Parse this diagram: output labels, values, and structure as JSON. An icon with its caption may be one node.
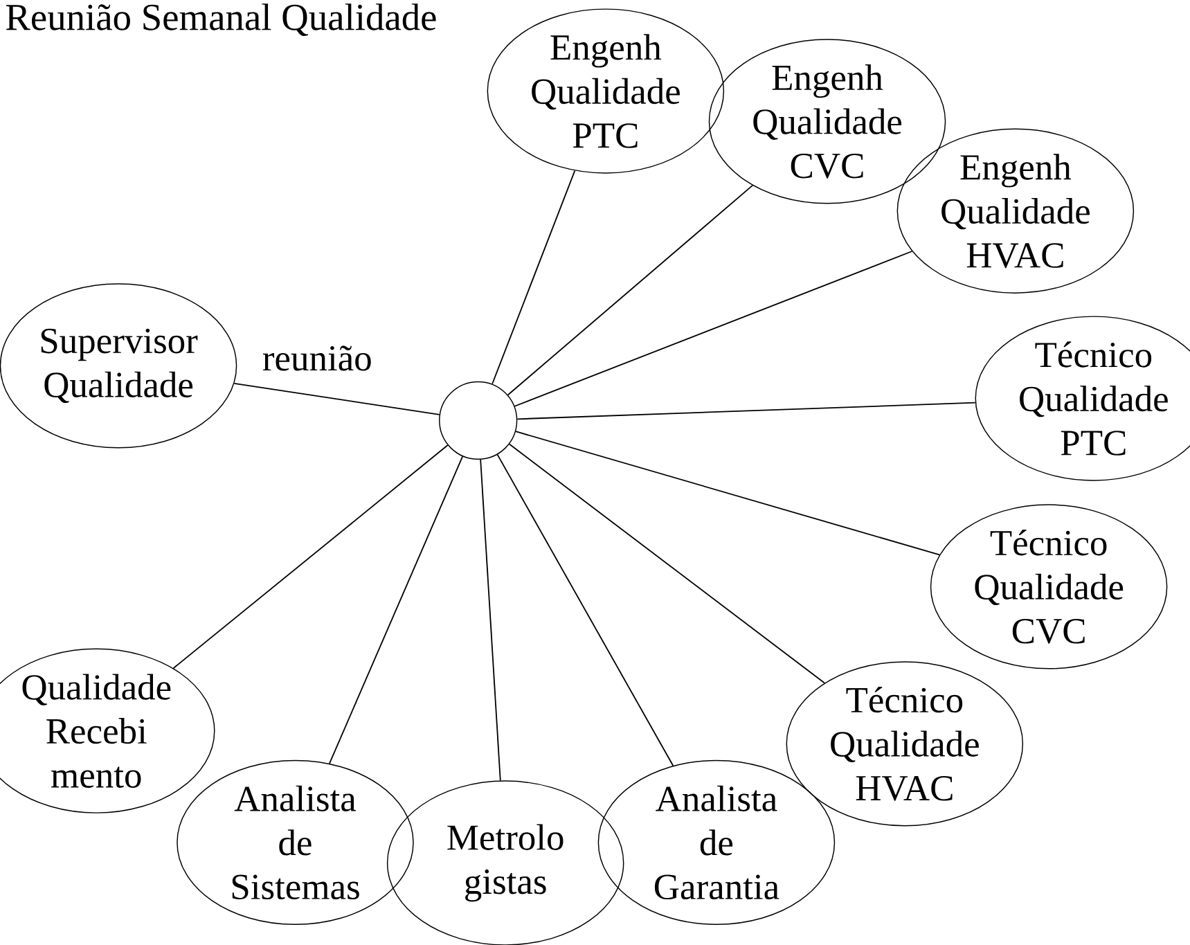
{
  "diagram": {
    "title": "Reunião Semanal Qualidade",
    "nodes": [
      {
        "text": [
          "Supervisor Qualidade"
        ]
      },
      {
        "text": [
          "Engenh Qualidade PTC"
        ]
      },
      {
        "text": [
          "Engenh Qualidade CVC"
        ]
      },
      {
        "text": [
          "Engenh Qualidade HVAC"
        ]
      },
      {
        "text": [
          "Técnico Qualidade PTC"
        ]
      },
      {
        "text": [
          "Técnico Qualidade CVC"
        ]
      },
      {
        "text": [
          "Técnico Qualidade HVAC"
        ]
      },
      {
        "text": [
          "Qualidade Recebi mento"
        ]
      },
      {
        "text": [
          "Analista de Sistemas"
        ]
      },
      {
        "text": [
          "Metrolo gistas"
        ]
      },
      {
        "text": [
          "Analista de Garantia"
        ]
      },
      {
        "text": [],
        "shape": "circle"
      }
    ],
    "edges": [
      {
        "from": 11,
        "to": 0,
        "arrow": "none",
        "label": "reunião"
      },
      {
        "from": 11,
        "to": 1,
        "arrow": "none"
      },
      {
        "from": 11,
        "to": 2,
        "arrow": "none"
      },
      {
        "from": 11,
        "to": 3,
        "arrow": "none"
      },
      {
        "from": 11,
        "to": 4,
        "arrow": "none"
      },
      {
        "from": 11,
        "to": 5,
        "arrow": "none"
      },
      {
        "from": 11,
        "to": 6,
        "arrow": "none"
      },
      {
        "from": 11,
        "to": 7,
        "arrow": "none"
      },
      {
        "from": 11,
        "to": 8,
        "arrow": "none"
      },
      {
        "from": 11,
        "to": 9,
        "arrow": "none"
      },
      {
        "from": 11,
        "to": 10,
        "arrow": "none"
      }
    ]
  }
}
